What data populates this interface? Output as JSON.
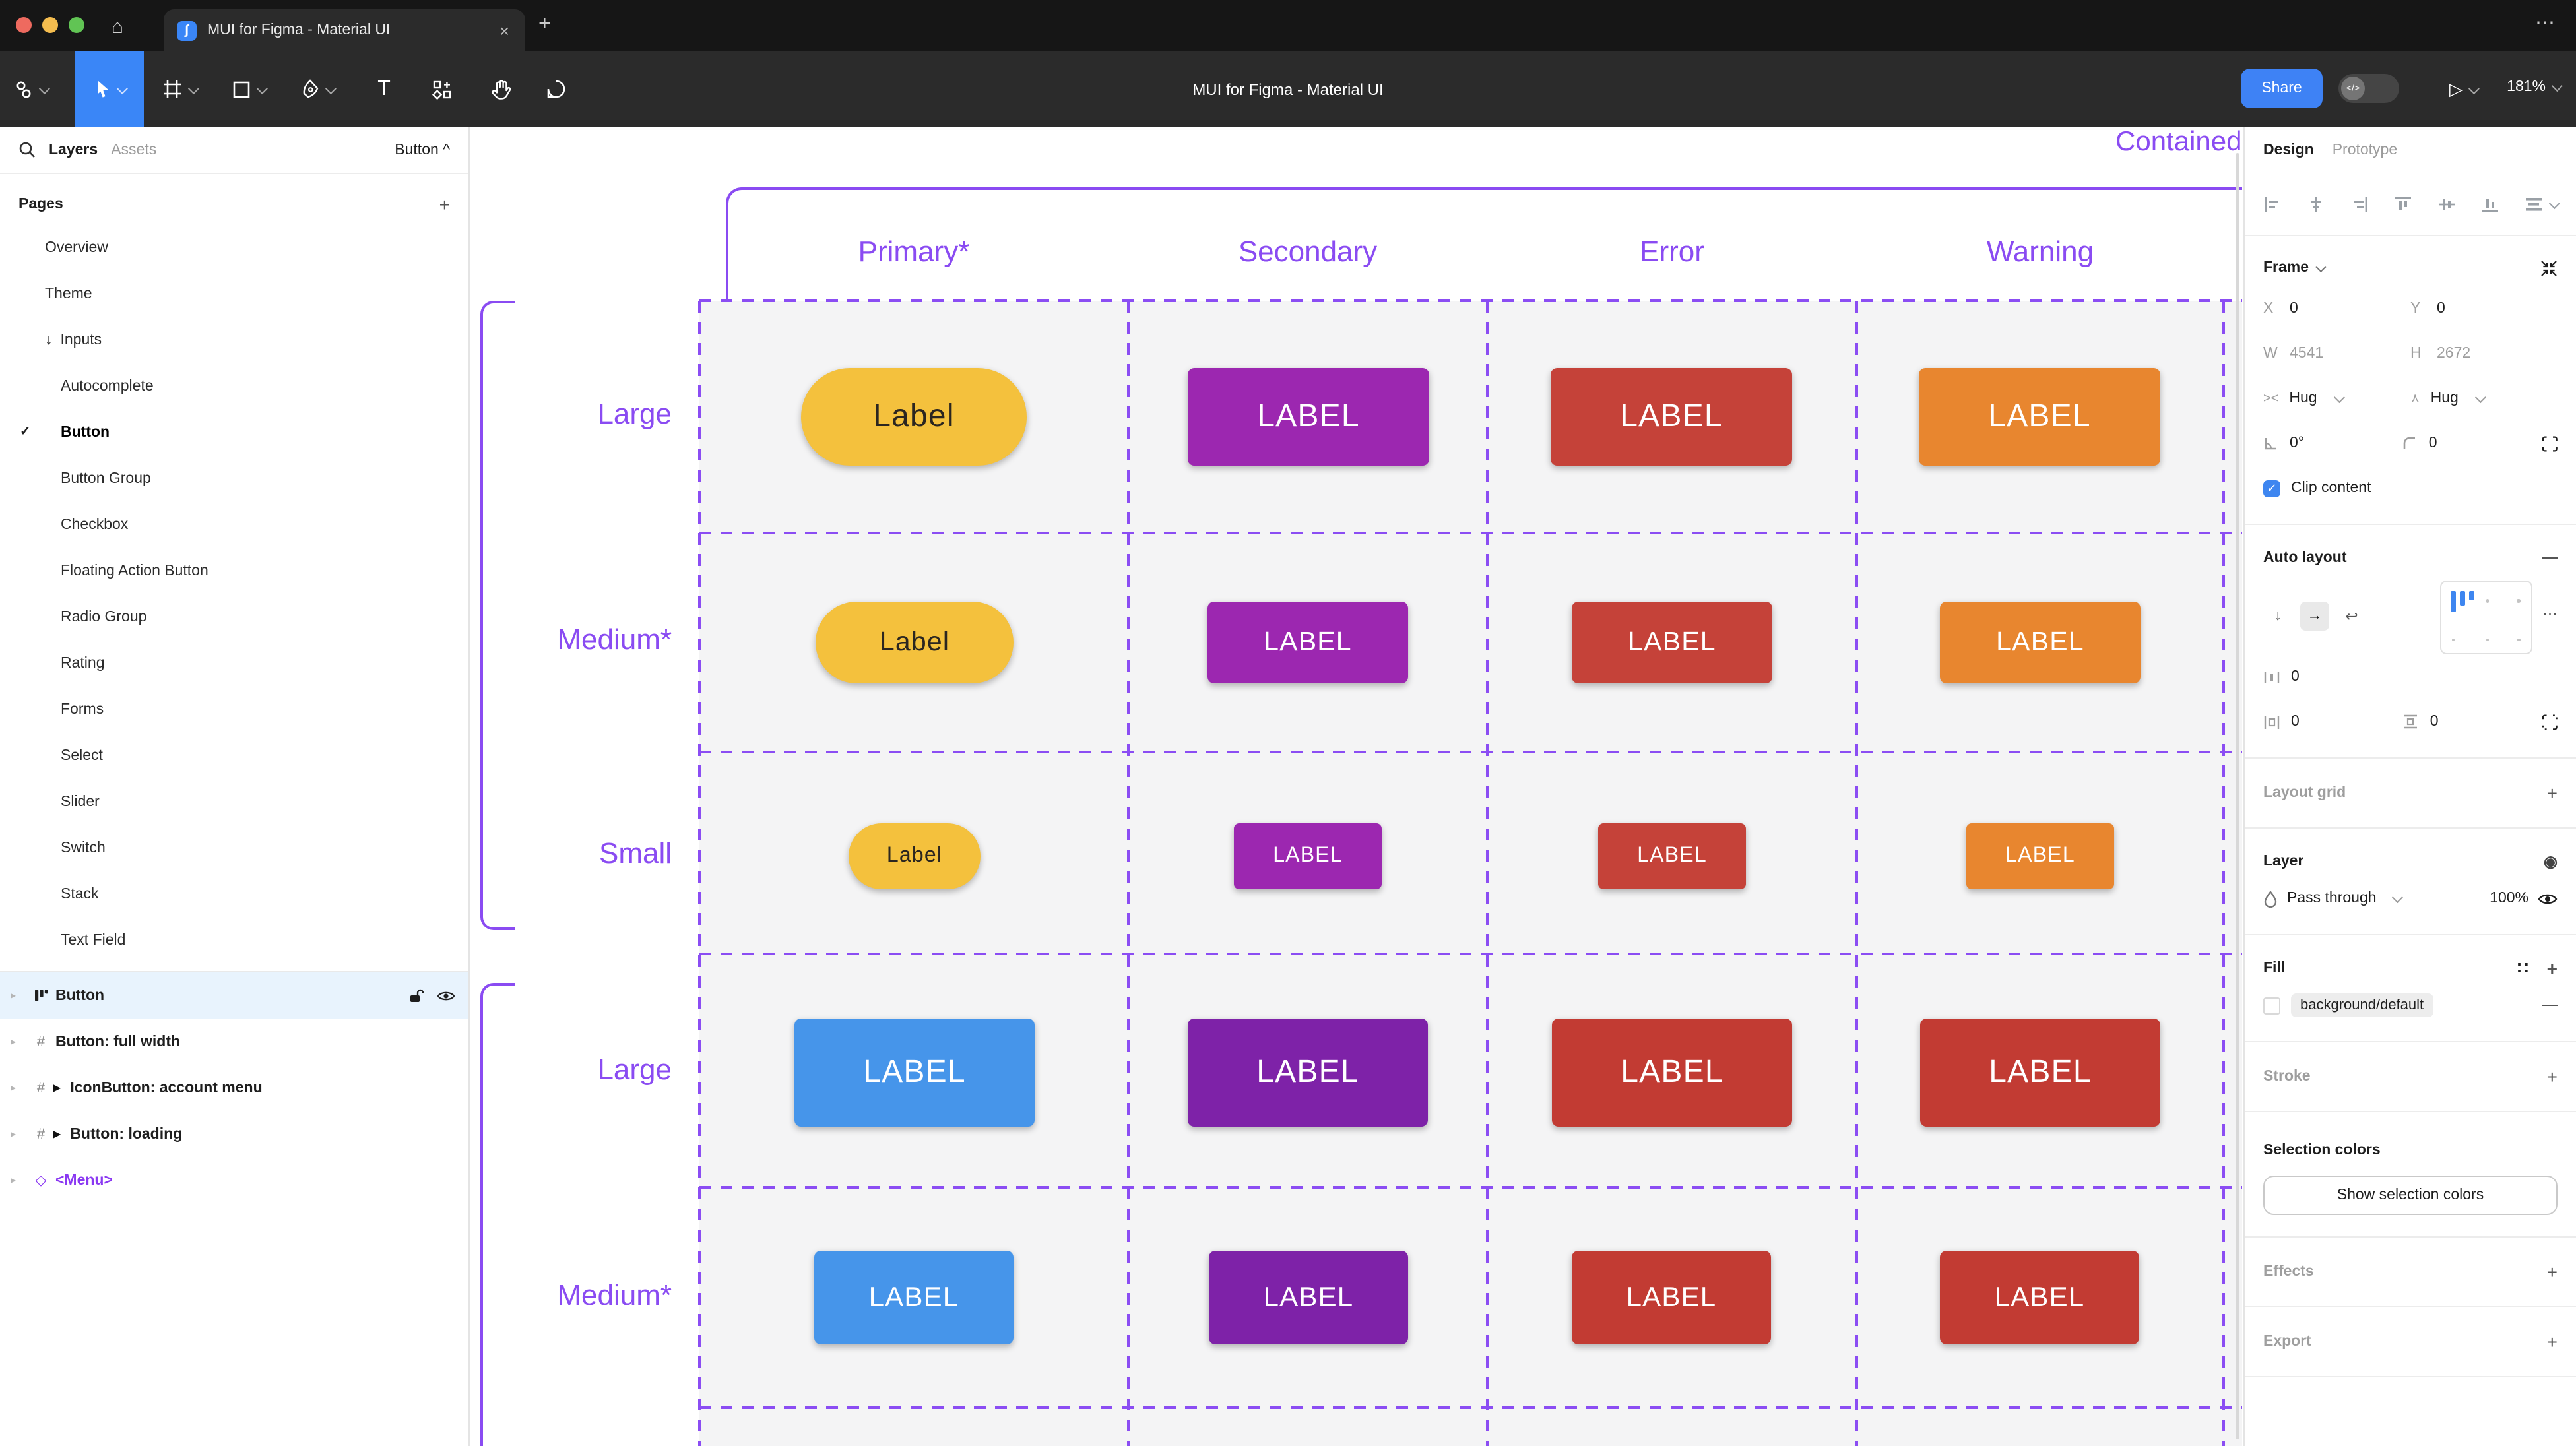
{
  "window": {
    "tab_title": "MUI for Figma - Material UI",
    "close_icon": "×",
    "new_tab_icon": "+",
    "more_icon": "⋯",
    "figma_badge": "ʃ"
  },
  "toolbar": {
    "document_title": "MUI for Figma - Material UI",
    "share_label": "Share",
    "dev_mode_icon": "</>",
    "play_icon": "▷",
    "zoom_value": "181%"
  },
  "sidebar": {
    "tab_layers": "Layers",
    "tab_assets": "Assets",
    "picker_value": "Button",
    "picker_chevron": "^",
    "pages_title": "Pages",
    "add_icon": "+",
    "pages": [
      {
        "label": "Overview"
      },
      {
        "label": "Theme"
      },
      {
        "label": "Inputs",
        "prefix": "↓"
      },
      {
        "label": "Autocomplete"
      },
      {
        "label": "Button",
        "prefix": "✓"
      },
      {
        "label": "Button Group"
      },
      {
        "label": "Checkbox"
      },
      {
        "label": "Floating Action Button"
      },
      {
        "label": "Radio Group"
      },
      {
        "label": "Rating"
      },
      {
        "label": "Forms"
      },
      {
        "label": "Select"
      },
      {
        "label": "Slider"
      },
      {
        "label": "Switch"
      },
      {
        "label": "Stack"
      },
      {
        "label": "Text Field"
      }
    ],
    "layers": [
      {
        "label": "Button"
      },
      {
        "label": "Button: full width"
      },
      {
        "label": "IconButton: account menu",
        "expand": "▶"
      },
      {
        "label": "Button: loading",
        "expand": "▶"
      },
      {
        "label": "<Menu>"
      }
    ]
  },
  "canvas": {
    "frame_title": "Contained",
    "columns": [
      "Primary*",
      "Secondary",
      "Error",
      "Warning"
    ],
    "rows": [
      {
        "label": "Large",
        "buttons": [
          {
            "label": "Label",
            "bg": "#F4C13D",
            "fg": "#2B2620"
          },
          {
            "label": "LABEL",
            "bg": "#9C27B0",
            "fg": "#FFFFFF"
          },
          {
            "label": "LABEL",
            "bg": "#C54239",
            "fg": "#FFFFFF"
          },
          {
            "label": "LABEL",
            "bg": "#E8862F",
            "fg": "#FFFFFF"
          }
        ]
      },
      {
        "label": "Medium*",
        "buttons": [
          {
            "label": "Label",
            "bg": "#F4C13D",
            "fg": "#2B2620"
          },
          {
            "label": "LABEL",
            "bg": "#9C27B0",
            "fg": "#FFFFFF"
          },
          {
            "label": "LABEL",
            "bg": "#C54239",
            "fg": "#FFFFFF"
          },
          {
            "label": "LABEL",
            "bg": "#E8862F",
            "fg": "#FFFFFF"
          }
        ]
      },
      {
        "label": "Small",
        "buttons": [
          {
            "label": "Label",
            "bg": "#F4C13D",
            "fg": "#2B2620"
          },
          {
            "label": "LABEL",
            "bg": "#9C27B0",
            "fg": "#FFFFFF"
          },
          {
            "label": "LABEL",
            "bg": "#C54239",
            "fg": "#FFFFFF"
          },
          {
            "label": "LABEL",
            "bg": "#E8862F",
            "fg": "#FFFFFF"
          }
        ]
      },
      {
        "label": "Large",
        "buttons": [
          {
            "label": "LABEL",
            "bg": "#4695EA",
            "fg": "#FFFFFF"
          },
          {
            "label": "LABEL",
            "bg": "#7E22A8",
            "fg": "#FFFFFF"
          },
          {
            "label": "LABEL",
            "bg": "#C23B33",
            "fg": "#FFFFFF"
          },
          {
            "label": "LABEL",
            "bg": "#C23B33",
            "fg": "#FFFFFF"
          }
        ]
      },
      {
        "label": "Medium*",
        "buttons": [
          {
            "label": "LABEL",
            "bg": "#4695EA",
            "fg": "#FFFFFF"
          },
          {
            "label": "LABEL",
            "bg": "#7E22A8",
            "fg": "#FFFFFF"
          },
          {
            "label": "LABEL",
            "bg": "#C23B33",
            "fg": "#FFFFFF"
          },
          {
            "label": "LABEL",
            "bg": "#C23B33",
            "fg": "#FFFFFF"
          }
        ]
      }
    ]
  },
  "inspector": {
    "tab_design": "Design",
    "tab_prototype": "Prototype",
    "frame": {
      "title": "Frame",
      "x_label": "X",
      "x_value": "0",
      "y_label": "Y",
      "y_value": "0",
      "w_label": "W",
      "w_value": "4541",
      "h_label": "H",
      "h_value": "2672",
      "hug_h": "Hug",
      "hug_v": "Hug",
      "rotation": "0°",
      "radius": "0",
      "clip_label": "Clip content",
      "check": "✓"
    },
    "auto_layout": {
      "title": "Auto layout",
      "remove_icon": "—",
      "down": "↓",
      "right": "→",
      "wrap": "↩",
      "gap_value": "0",
      "pad_h_value": "0",
      "pad_v_value": "0",
      "more_icon": "⋯"
    },
    "layout_grid": {
      "title": "Layout grid",
      "add_icon": "+"
    },
    "layer": {
      "title": "Layer",
      "blend_icon": "◉",
      "blend_mode": "Pass through",
      "opacity": "100%"
    },
    "fill": {
      "title": "Fill",
      "styles_icon": "∷",
      "add_icon": "+",
      "token": "background/default",
      "remove_icon": "—"
    },
    "stroke": {
      "title": "Stroke",
      "add_icon": "+"
    },
    "selection_colors": {
      "title": "Selection colors",
      "button_label": "Show selection colors"
    },
    "effects": {
      "title": "Effects",
      "add_icon": "+"
    },
    "export": {
      "title": "Export",
      "add_icon": "+"
    }
  },
  "colors": {
    "annotation_purple": "#8A4BF2",
    "selection_blue": "#3A86F7",
    "table_bg": "#F4F4F5",
    "accent_blue": "#3E82F5"
  }
}
